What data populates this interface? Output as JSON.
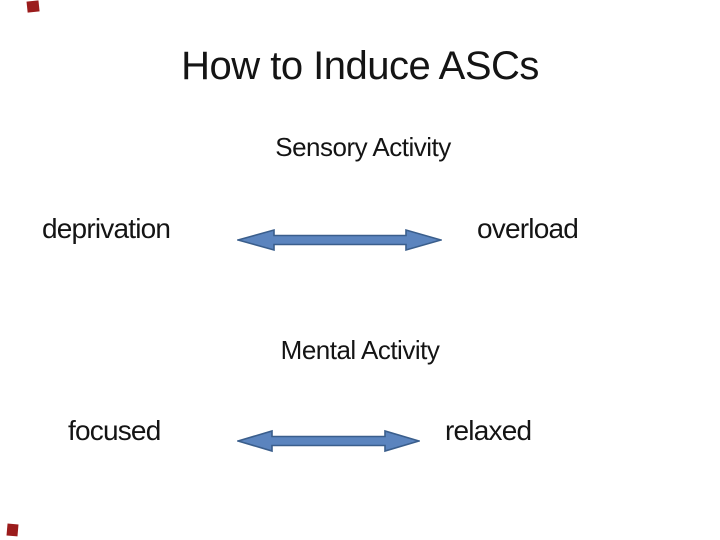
{
  "slide": {
    "title": "How to Induce ASCs",
    "sections": [
      {
        "heading": "Sensory Activity",
        "left_label": "deprivation",
        "right_label": "overload"
      },
      {
        "heading": "Mental Activity",
        "left_label": "focused",
        "right_label": "relaxed"
      }
    ],
    "arrow": {
      "fill": "#5b84be",
      "stroke": "#3a5e8c"
    },
    "corner_mark_color": "#9b1c1c",
    "background": "#ffffff",
    "text_color": "#141414"
  }
}
